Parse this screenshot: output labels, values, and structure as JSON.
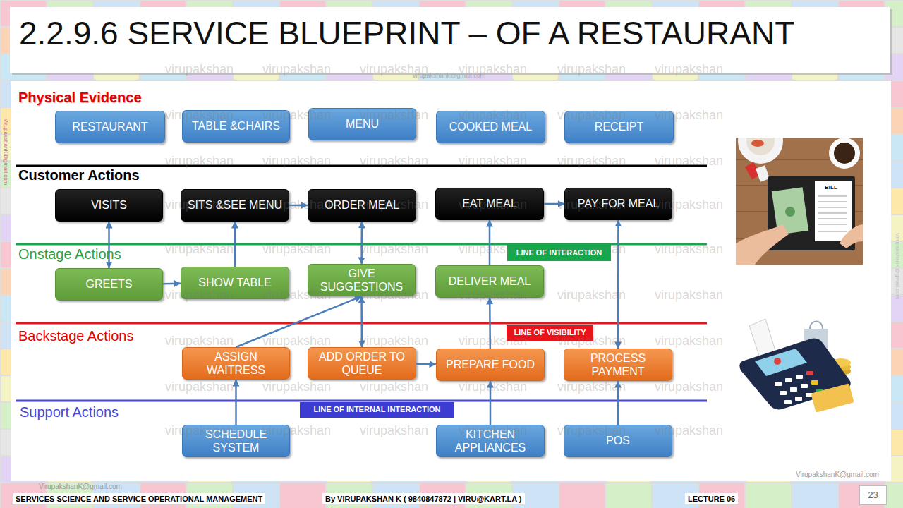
{
  "diagram": {
    "title": "2.2.9.6 SERVICE BLUEPRINT – OF A RESTAURANT",
    "nodes": [
      {
        "text": [
          "RESTAURANT"
        ]
      },
      {
        "text": [
          "TABLE &CHAIRS"
        ]
      },
      {
        "text": [
          "MENU"
        ]
      },
      {
        "text": [
          "COOKED MEAL"
        ]
      },
      {
        "text": [
          "RECEIPT"
        ]
      },
      {
        "text": [
          "VISITS"
        ]
      },
      {
        "text": [
          "SITS &SEE MENU"
        ]
      },
      {
        "text": [
          "ORDER MEAL"
        ]
      },
      {
        "text": [
          "EAT MEAL"
        ]
      },
      {
        "text": [
          "PAY FOR MEAL"
        ]
      },
      {
        "text": [
          "LINE OF INTERACTION"
        ]
      },
      {
        "text": [
          "GREETS"
        ]
      },
      {
        "text": [
          "SHOW TABLE"
        ]
      },
      {
        "text": [
          "GIVE SUGGESTIONS"
        ]
      },
      {
        "text": [
          "DELIVER MEAL"
        ]
      },
      {
        "text": [
          "LINE OF VISIBILITY"
        ]
      },
      {
        "text": [
          "ASSIGN WAITRESS"
        ]
      },
      {
        "text": [
          "ADD ORDER TO QUEUE"
        ]
      },
      {
        "text": [
          "PREPARE FOOD"
        ]
      },
      {
        "text": [
          "PROCESS PAYMENT"
        ]
      },
      {
        "text": [
          "LINE OF INTERNAL INTERACTION"
        ]
      },
      {
        "text": [
          "SCHEDULE SYSTEM"
        ]
      },
      {
        "text": [
          "KITCHEN APPLIANCES"
        ]
      },
      {
        "text": [
          "POS"
        ]
      }
    ],
    "edges": [
      {
        "from": 5,
        "to": 11,
        "arrow": "both"
      },
      {
        "from": 6,
        "to": 7,
        "arrow": "to"
      },
      {
        "from": 11,
        "to": 12,
        "arrow": "to"
      },
      {
        "from": 12,
        "to": 6,
        "arrow": "to"
      },
      {
        "from": 7,
        "to": 13,
        "arrow": "both"
      },
      {
        "from": 8,
        "to": 9,
        "arrow": "to"
      },
      {
        "from": 14,
        "to": 8,
        "arrow": "to"
      },
      {
        "from": 16,
        "to": 13,
        "arrow": "to"
      },
      {
        "from": 13,
        "to": 17,
        "arrow": "both"
      },
      {
        "from": 17,
        "to": 18,
        "arrow": "to"
      },
      {
        "from": 18,
        "to": 14,
        "arrow": "to"
      },
      {
        "from": 9,
        "to": 19,
        "arrow": "both"
      },
      {
        "from": 21,
        "to": 16,
        "arrow": "to"
      },
      {
        "from": 22,
        "to": 18,
        "arrow": "to"
      },
      {
        "from": 23,
        "to": 19,
        "arrow": "to"
      }
    ],
    "labels": [
      "Physical Evidence",
      "Customer Actions",
      "Onstage Actions",
      "Backstage Actions",
      "Support Actions",
      "SERVICES SCIENCE AND SERVICE OPERATIONAL MANAGEMENT",
      "By VIRUPAKSHAN K ( 9840847872 | VIRU@KART.LA )",
      "LECTURE 06",
      "23",
      "VirupakshanK@gmail.com",
      "VirupakshanK@gmail.com",
      "virupakshank@gmail.com",
      "VirupakshanK@gmail.com",
      "VirupakshanK@gmail.com",
      "BILL",
      "virupakshan",
      "virupakshan",
      "virupakshan",
      "virupakshan",
      "virupakshan",
      "virupakshan",
      "virupakshan",
      "virupakshan",
      "virupakshan",
      "virupakshan",
      "virupakshan",
      "virupakshan",
      "virupakshan",
      "virupakshan",
      "virupakshan",
      "virupakshan",
      "virupakshan",
      "virupakshan",
      "virupakshan",
      "virupakshan",
      "virupakshan",
      "virupakshan",
      "virupakshan",
      "virupakshan",
      "virupakshan",
      "virupakshan",
      "virupakshan",
      "virupakshan",
      "virupakshan",
      "virupakshan",
      "virupakshan",
      "virupakshan",
      "virupakshan",
      "virupakshan",
      "virupakshan",
      "virupakshan",
      "virupakshan",
      "virupakshan",
      "virupakshan",
      "virupakshan",
      "virupakshan",
      "virupakshan",
      "virupakshan",
      "virupakshan",
      "virupakshan",
      "virupakshan",
      "virupakshan",
      "virupakshan",
      "virupakshan",
      "virupakshan",
      "virupakshan",
      "virupakshan",
      "virupakshan",
      "virupakshan"
    ]
  }
}
